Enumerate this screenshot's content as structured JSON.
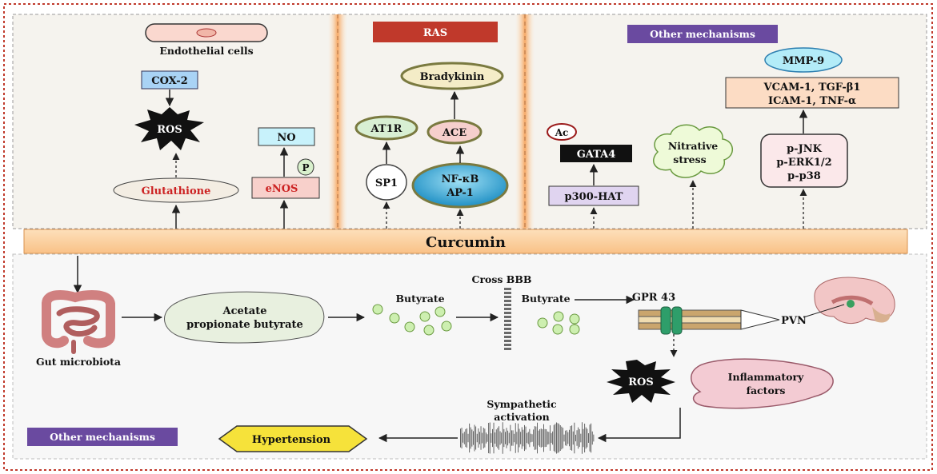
{
  "top_left": {
    "endothelial_cells": "Endothelial  cells",
    "cox2": "COX-2",
    "ros": "ROS",
    "glutathione": "Glutathione",
    "no": "NO",
    "p": "P",
    "enos": "eNOS"
  },
  "ras": {
    "title": "RAS",
    "bradykinin": "Bradykinin",
    "at1r": "AT1R",
    "ace": "ACE",
    "sp1": "SP1",
    "nfkb": "NF-κB",
    "ap1": "AP-1"
  },
  "other_top": {
    "title": "Other mechanisms",
    "mmp9": "MMP-9",
    "vcam": "VCAM-1, TGF-β1",
    "icam": "ICAM-1, TNF-α",
    "ac": "Ac",
    "gata4": "GATA4",
    "p300": "p300-HAT",
    "nitrative1": "Nitrative",
    "nitrative2": "stress",
    "pjnk": "p-JNK",
    "perk": "p-ERK1/2",
    "pp38": "p-p38"
  },
  "center": {
    "curcumin": "Curcumin"
  },
  "bottom": {
    "gut": "Gut microbiota",
    "acetate1": "Acetate",
    "acetate2": "propionate butyrate",
    "butyrate1": "Butyrate",
    "cross_bbb": "Cross BBB",
    "butyrate2": "Butyrate",
    "gpr43": "GPR 43",
    "pvn": "PVN",
    "ros": "ROS",
    "inflam1": "Inflammatory",
    "inflam2": "factors",
    "sympa1": "Sympathetic",
    "sympa2": "activation",
    "hypertension": "Hypertension",
    "other_mech": "Other mechanisms"
  },
  "colors": {
    "border": "#c0392b",
    "band": "#fbc890",
    "ras_red": "#c0392b",
    "purple": "#6a4aa0",
    "blue_box": "#a9d3f5",
    "cyan_box": "#c8f2fb",
    "pink_box": "#f8d0cb",
    "peach_box": "#fcdcc4",
    "lavender_box": "#e0d4f0"
  }
}
